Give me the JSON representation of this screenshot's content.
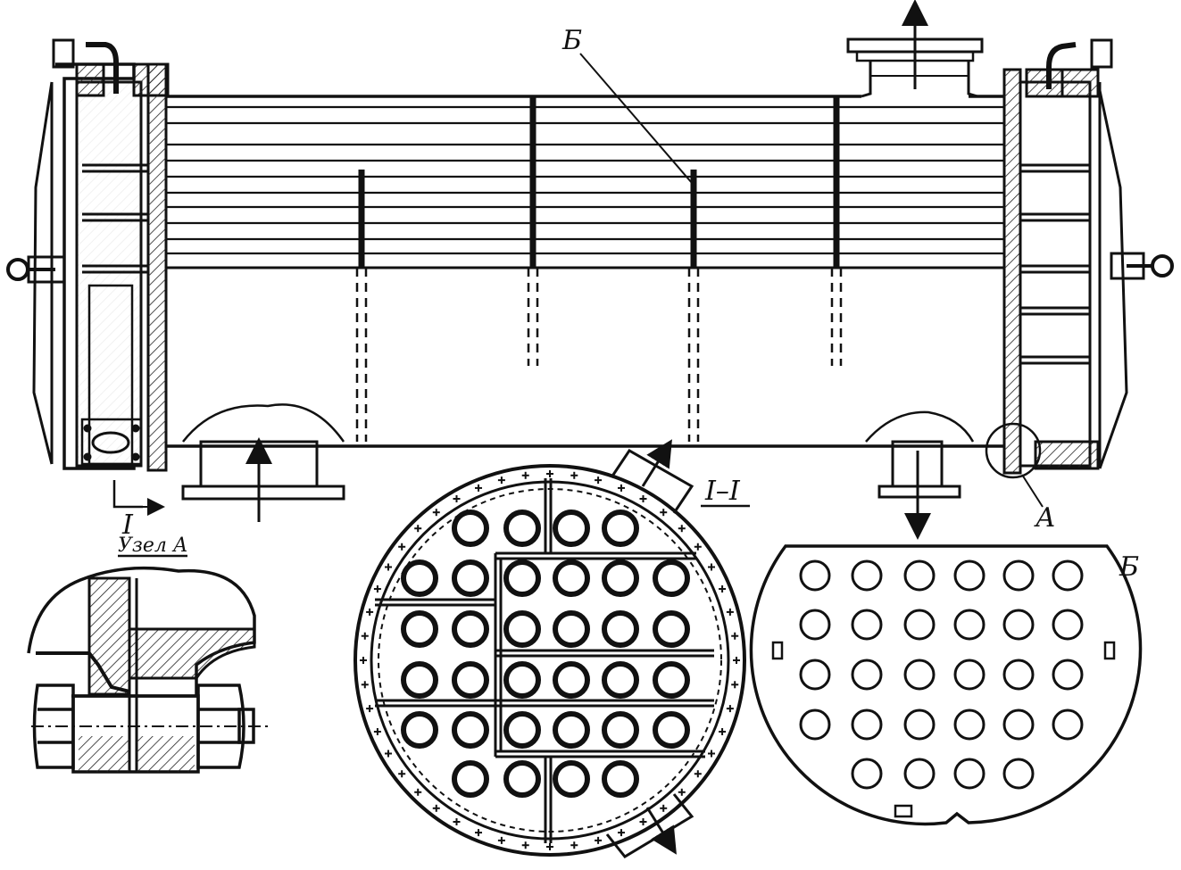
{
  "labels": {
    "baffle_b": "Б",
    "detail_a": "А",
    "section_mark": "I",
    "section_title": "I–I",
    "node_title": "Узел А",
    "plate_b": "Б"
  },
  "colors": {
    "ink": "#111111",
    "paper": "#ffffff",
    "hatch": "#222222"
  },
  "icons": {
    "flow_arrow": "arrow-icon",
    "tube": "tube-hole-icon",
    "bolt": "hex-bolt-icon",
    "lifting_eye": "lifting-eye-icon"
  }
}
